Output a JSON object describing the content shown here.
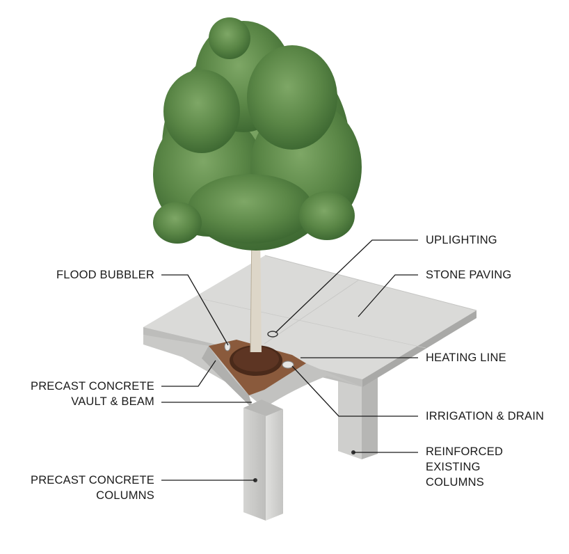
{
  "labels": {
    "uplighting": "UPLIGHTING",
    "stone_paving": "STONE PAVING",
    "flood_bubbler": "FLOOD BUBBLER",
    "heating_line": "HEATING LINE",
    "precast_vault": [
      "PRECAST CONCRETE",
      "VAULT & BEAM"
    ],
    "irrigation_drain": "IRRIGATION & DRAIN",
    "reinforced_columns": [
      "REINFORCED",
      "EXISTING",
      "COLUMNS"
    ],
    "precast_columns": [
      "PRECAST CONCRETE",
      "COLUMNS"
    ]
  },
  "colors": {
    "paving": "#d8d8d6",
    "concrete": "#cfcfcd",
    "soil": "#6b3a24",
    "foliage": "#5e8a4a",
    "leader_line": "#1a1a1a"
  }
}
